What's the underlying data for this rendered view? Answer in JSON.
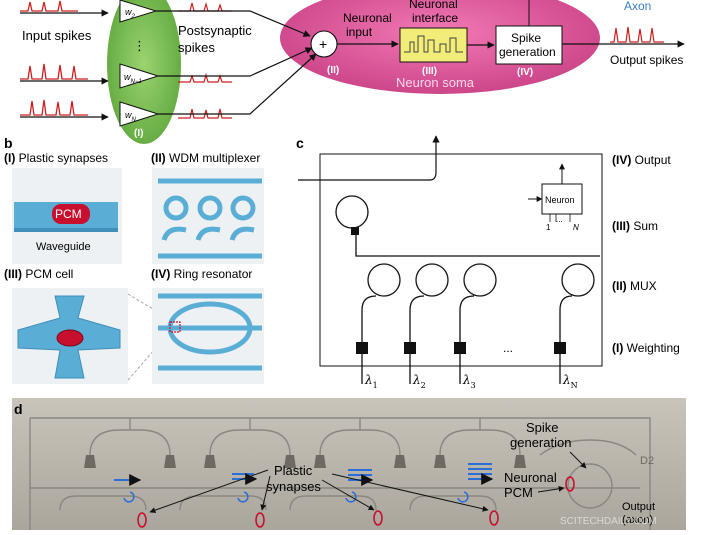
{
  "panel_a": {
    "input_spikes": "Input spikes",
    "postsynaptic": "Postsynaptic",
    "spikes": "spikes",
    "weights": [
      "w",
      "w",
      "w"
    ],
    "weight_subs": [
      "2",
      "N−1",
      "N"
    ],
    "vdots": "⋮",
    "stage_synapse": "(I)",
    "plus": "+",
    "neuronal": "Neuronal",
    "input": "input",
    "stage_input": "(II)",
    "interface_line1": "Neuronal",
    "interface_line2": "interface",
    "stage_interface": "(III)",
    "spike": "Spike",
    "generation": "generation",
    "stage_spike": "(IV)",
    "neuron_soma": "Neuron soma",
    "axon": "Axon",
    "output_spikes": "Output spikes"
  },
  "panel_b": {
    "letter": "b",
    "titles": [
      {
        "roman": "(I)",
        "text": " Plastic synapses"
      },
      {
        "roman": "(II)",
        "text": " WDM multiplexer"
      },
      {
        "roman": "(III)",
        "text": " PCM cell"
      },
      {
        "roman": "(IV)",
        "text": " Ring resonator"
      }
    ],
    "pcm": "PCM",
    "waveguide": "Waveguide"
  },
  "panel_c": {
    "letter": "c",
    "neuron": "Neuron",
    "neuron_sub_left": "1",
    "neuron_sub_dots": "...",
    "neuron_sub_right": "N",
    "row_labels": [
      {
        "roman": "(IV)",
        "text": " Output"
      },
      {
        "roman": "(III)",
        "text": " Sum"
      },
      {
        "roman": "(II)",
        "text": " MUX"
      },
      {
        "roman": "(I)",
        "text": " Weighting"
      }
    ],
    "dots": "...",
    "lambda": "λ",
    "lambda_subs": [
      "1",
      "2",
      "3",
      "N"
    ]
  },
  "panel_d": {
    "letter": "d",
    "plastic": "Plastic",
    "synapses": "synapses",
    "spike": "Spike",
    "generation": "generation",
    "neuronal": "Neuronal",
    "pcm": "PCM",
    "output": "Output",
    "axon": "(axon)",
    "chip_mark": "D2",
    "watermark": "SCITECHDAILY.COM"
  },
  "colors": {
    "soma_pink": "#e0609e",
    "synapse_green": "#78bf50",
    "spike_red": "#cc1f1f",
    "waveguide_blue": "#5aaed6",
    "interface_yellow": "#f2ec78",
    "axon_blue": "#3a7fc1",
    "pcm_red": "#c8102e",
    "chip_bg": "#b9b5ac"
  }
}
